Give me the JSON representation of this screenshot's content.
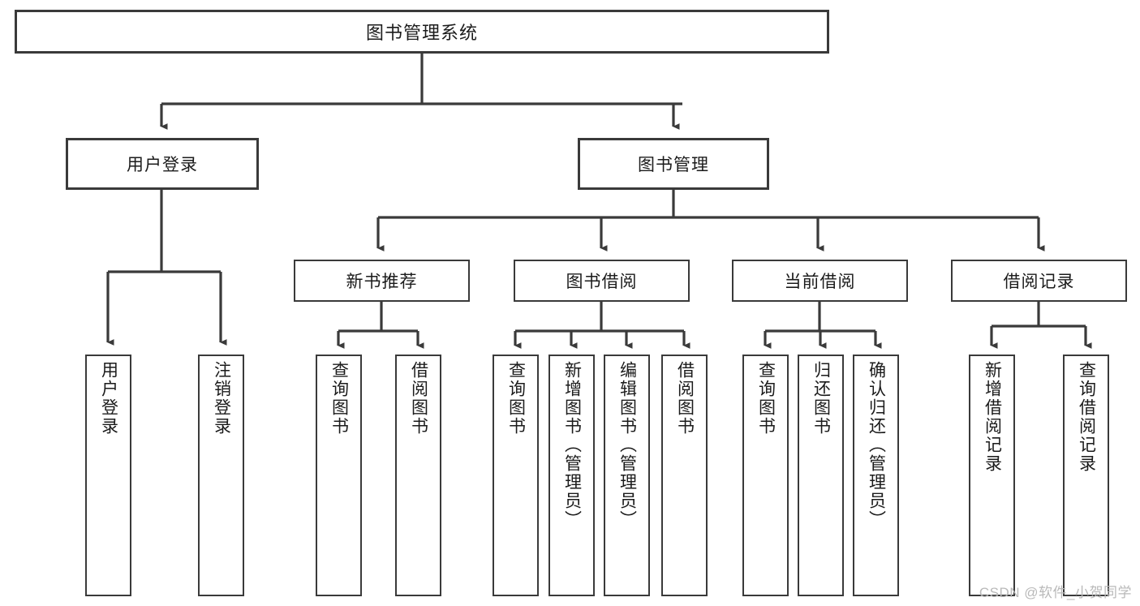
{
  "diagram": {
    "title": "图书管理系统",
    "watermark": "CSDN @软件_小贺同学",
    "stroke_color": "#3a3a3a",
    "fill_color": "#ffffff",
    "text_color": "#1b1b1b",
    "watermark_color": "#b9b9b9",
    "type": "tree-hierarchy-chart",
    "root": {
      "label": "图书管理系统",
      "children": [
        {
          "label": "用户登录",
          "children": [
            {
              "label": "用户登录"
            },
            {
              "label": "注销登录"
            }
          ]
        },
        {
          "label": "图书管理",
          "children": [
            {
              "label": "新书推荐",
              "children": [
                {
                  "label": "查询图书"
                },
                {
                  "label": "借阅图书"
                }
              ]
            },
            {
              "label": "图书借阅",
              "children": [
                {
                  "label": "查询图书"
                },
                {
                  "label": "新增图书（管理员）"
                },
                {
                  "label": "编辑图书（管理员）"
                },
                {
                  "label": "借阅图书"
                }
              ]
            },
            {
              "label": "当前借阅",
              "children": [
                {
                  "label": "查询图书"
                },
                {
                  "label": "归还图书"
                },
                {
                  "label": "确认归还（管理员）"
                }
              ]
            },
            {
              "label": "借阅记录",
              "children": [
                {
                  "label": "新增借阅记录"
                },
                {
                  "label": "查询借阅记录"
                }
              ]
            }
          ]
        }
      ]
    },
    "nodes": {
      "root": "图书管理系统",
      "user_login": "用户登录",
      "book_manage": "图书管理",
      "new_book_rec": "新书推荐",
      "book_borrow": "图书借阅",
      "current_borrow": "当前借阅",
      "borrow_record": "借阅记录",
      "leaf_user_login": "用户登录",
      "leaf_user_logout": "注销登录",
      "leaf_rec_query": "查询图书",
      "leaf_rec_borrow": "借阅图书",
      "leaf_borrow_query": "查询图书",
      "leaf_borrow_add": "新增图书（管理员）",
      "leaf_borrow_edit": "编辑图书（管理员）",
      "leaf_borrow_lend": "借阅图书",
      "leaf_cur_query": "查询图书",
      "leaf_cur_return": "归还图书",
      "leaf_cur_confirm": "确认归还（管理员）",
      "leaf_rec_add": "新增借阅记录",
      "leaf_rec_search": "查询借阅记录"
    }
  }
}
